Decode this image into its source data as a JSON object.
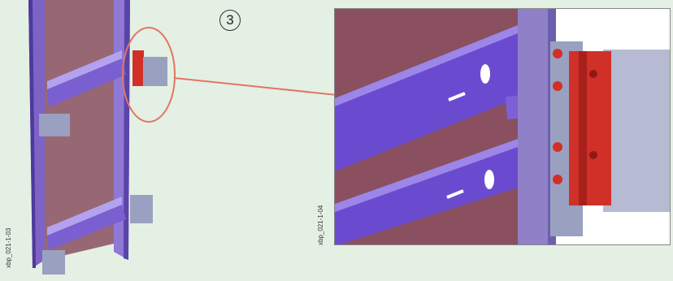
{
  "step": {
    "number": "3"
  },
  "labels": {
    "overview_code": "xbp_021-1-03",
    "detail_code": "xbp_021-1-04"
  },
  "colors": {
    "background": "#e4f0e4",
    "frame_purple": "#7d63c6",
    "frame_dark": "#4e3a9a",
    "panel_brown": "#8a5060",
    "bracket_red": "#d03028",
    "callout_line": "#e27664",
    "steel_grey": "#9aa0c0"
  },
  "icons": {
    "step_badge": "circled-number",
    "callout": "magnifier-callout-arrow"
  }
}
